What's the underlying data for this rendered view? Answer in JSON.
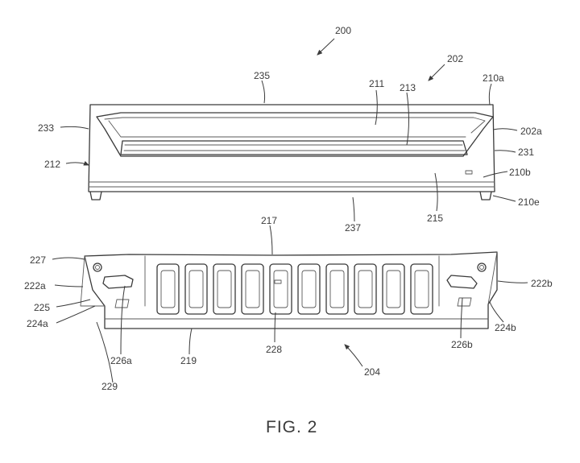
{
  "figure": {
    "caption": "FIG. 2",
    "labels": {
      "200": "200",
      "202": "202",
      "235": "235",
      "211": "211",
      "213": "213",
      "210a": "210a",
      "233": "233",
      "202a": "202a",
      "231": "231",
      "212": "212",
      "210b": "210b",
      "210e": "210e",
      "215": "215",
      "237": "237",
      "217": "217",
      "227": "227",
      "222a": "222a",
      "225": "225",
      "224a": "224a",
      "226a": "226a",
      "219": "219",
      "228": "228",
      "229": "229",
      "204": "204",
      "226b": "226b",
      "222b": "222b",
      "224b": "224b"
    }
  }
}
